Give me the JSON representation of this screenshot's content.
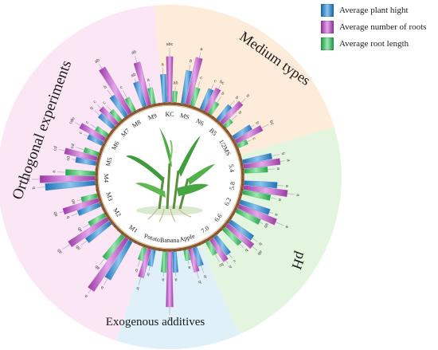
{
  "chart_data": {
    "type": "bar",
    "layout": "radial",
    "colors": {
      "hight": "#3d8fd1",
      "roots": "#c05ac6",
      "root_length": "#3ec46a",
      "sector_orthogonal": "#fbe6f6",
      "sector_medium": "#fdecd9",
      "sector_ph": "#e4f5df",
      "sector_additives": "#dff0f9"
    },
    "series": [
      {
        "name": "Average plant hight",
        "key": "hight"
      },
      {
        "name": "Average number of roots",
        "key": "roots"
      },
      {
        "name": "Average root length",
        "key": "root_length"
      }
    ],
    "groups": [
      {
        "label": "Orthogonal experiments",
        "categories": [
          "M1",
          "M2",
          "M3",
          "M4",
          "M5",
          "M6",
          "M7",
          "M8",
          "M9"
        ]
      },
      {
        "label": "Medium types",
        "categories": [
          "KC",
          "MS",
          "N6",
          "B5",
          "1/2MS"
        ]
      },
      {
        "label": "pH",
        "categories": [
          "5.4",
          "5.8",
          "6.2",
          "6.6",
          "7.0"
        ]
      },
      {
        "label": "Exogenous additives",
        "categories": [
          "Apple",
          "Banana",
          "Potato"
        ]
      }
    ],
    "categories": [
      "M1",
      "M2",
      "M3",
      "M4",
      "M5",
      "M6",
      "M7",
      "M8",
      "M9",
      "KC",
      "MS",
      "N6",
      "B5",
      "1/2MS",
      "5.4",
      "5.8",
      "6.2",
      "6.6",
      "7.0",
      "Apple",
      "Banana",
      "Potato"
    ],
    "values": {
      "hight": [
        60,
        40,
        32,
        68,
        28,
        22,
        25,
        33,
        35,
        38,
        45,
        30,
        25,
        28,
        40,
        45,
        42,
        38,
        30,
        26,
        28,
        22
      ],
      "roots": [
        85,
        62,
        50,
        75,
        45,
        38,
        30,
        72,
        60,
        62,
        65,
        35,
        38,
        40,
        50,
        60,
        55,
        45,
        35,
        32,
        75,
        40
      ],
      "root_length": [
        40,
        25,
        22,
        40,
        20,
        18,
        18,
        20,
        22,
        15,
        25,
        18,
        12,
        14,
        32,
        38,
        35,
        30,
        20,
        14,
        28,
        18
      ]
    },
    "annotations": {
      "hight": [
        "a",
        "ab",
        "b",
        "b",
        "cd",
        "c",
        "b",
        "b",
        "ab",
        "a",
        "b",
        "c",
        "b",
        "b",
        "b",
        "a",
        "a",
        "b",
        "c",
        "b",
        "a",
        "b"
      ],
      "roots": [
        "a",
        "ab",
        "ab",
        "ab",
        "cd",
        "cde",
        "c",
        "ab",
        "ab",
        "abc",
        "a",
        "bc",
        "b",
        "bc",
        "a",
        "a",
        "a",
        "ab",
        "b",
        "b",
        "a",
        "b"
      ],
      "root_length": [
        "ab",
        "ab",
        "ab",
        "a",
        "cd",
        "c",
        "c",
        "c",
        "a",
        "ab",
        "c",
        "b",
        "b",
        "c",
        "a",
        "a",
        "ab",
        "b",
        "bc",
        "a",
        "a",
        "b"
      ]
    },
    "ylim": [
      0,
      100
    ]
  },
  "legend": {
    "items": [
      {
        "label": "Average plant hight",
        "color": "#3d8fd1"
      },
      {
        "label": "Average number of roots",
        "color": "#c05ac6"
      },
      {
        "label": "Average root length",
        "color": "#3ec46a"
      }
    ]
  }
}
